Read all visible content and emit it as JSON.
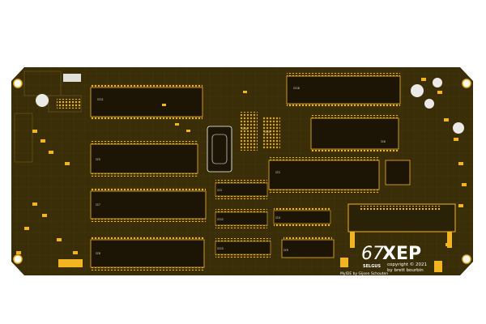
{
  "board": {
    "logo_number": "67",
    "logo_word": "XEP",
    "selgus_text": "SELGUS",
    "copyright_line": "copyright © 2021",
    "author_line": "by brett bourbin",
    "myide_line": "MyIDE by Gijsen Schouten"
  },
  "chip_labels": [
    "IC11",
    "IC5",
    "IC7",
    "IC8",
    "IC10",
    "IC6",
    "IC2",
    "IC3",
    "IC12",
    "IC13",
    "IC4",
    "IC14",
    "IC15",
    "IC9"
  ],
  "colors": {
    "substrate": "#3a2e08",
    "trace": "#4a3c0e",
    "pad_gold": "#f2b420",
    "chip_body": "#1c1505",
    "silkscreen": "#ffffff",
    "background": "#ffffff"
  }
}
